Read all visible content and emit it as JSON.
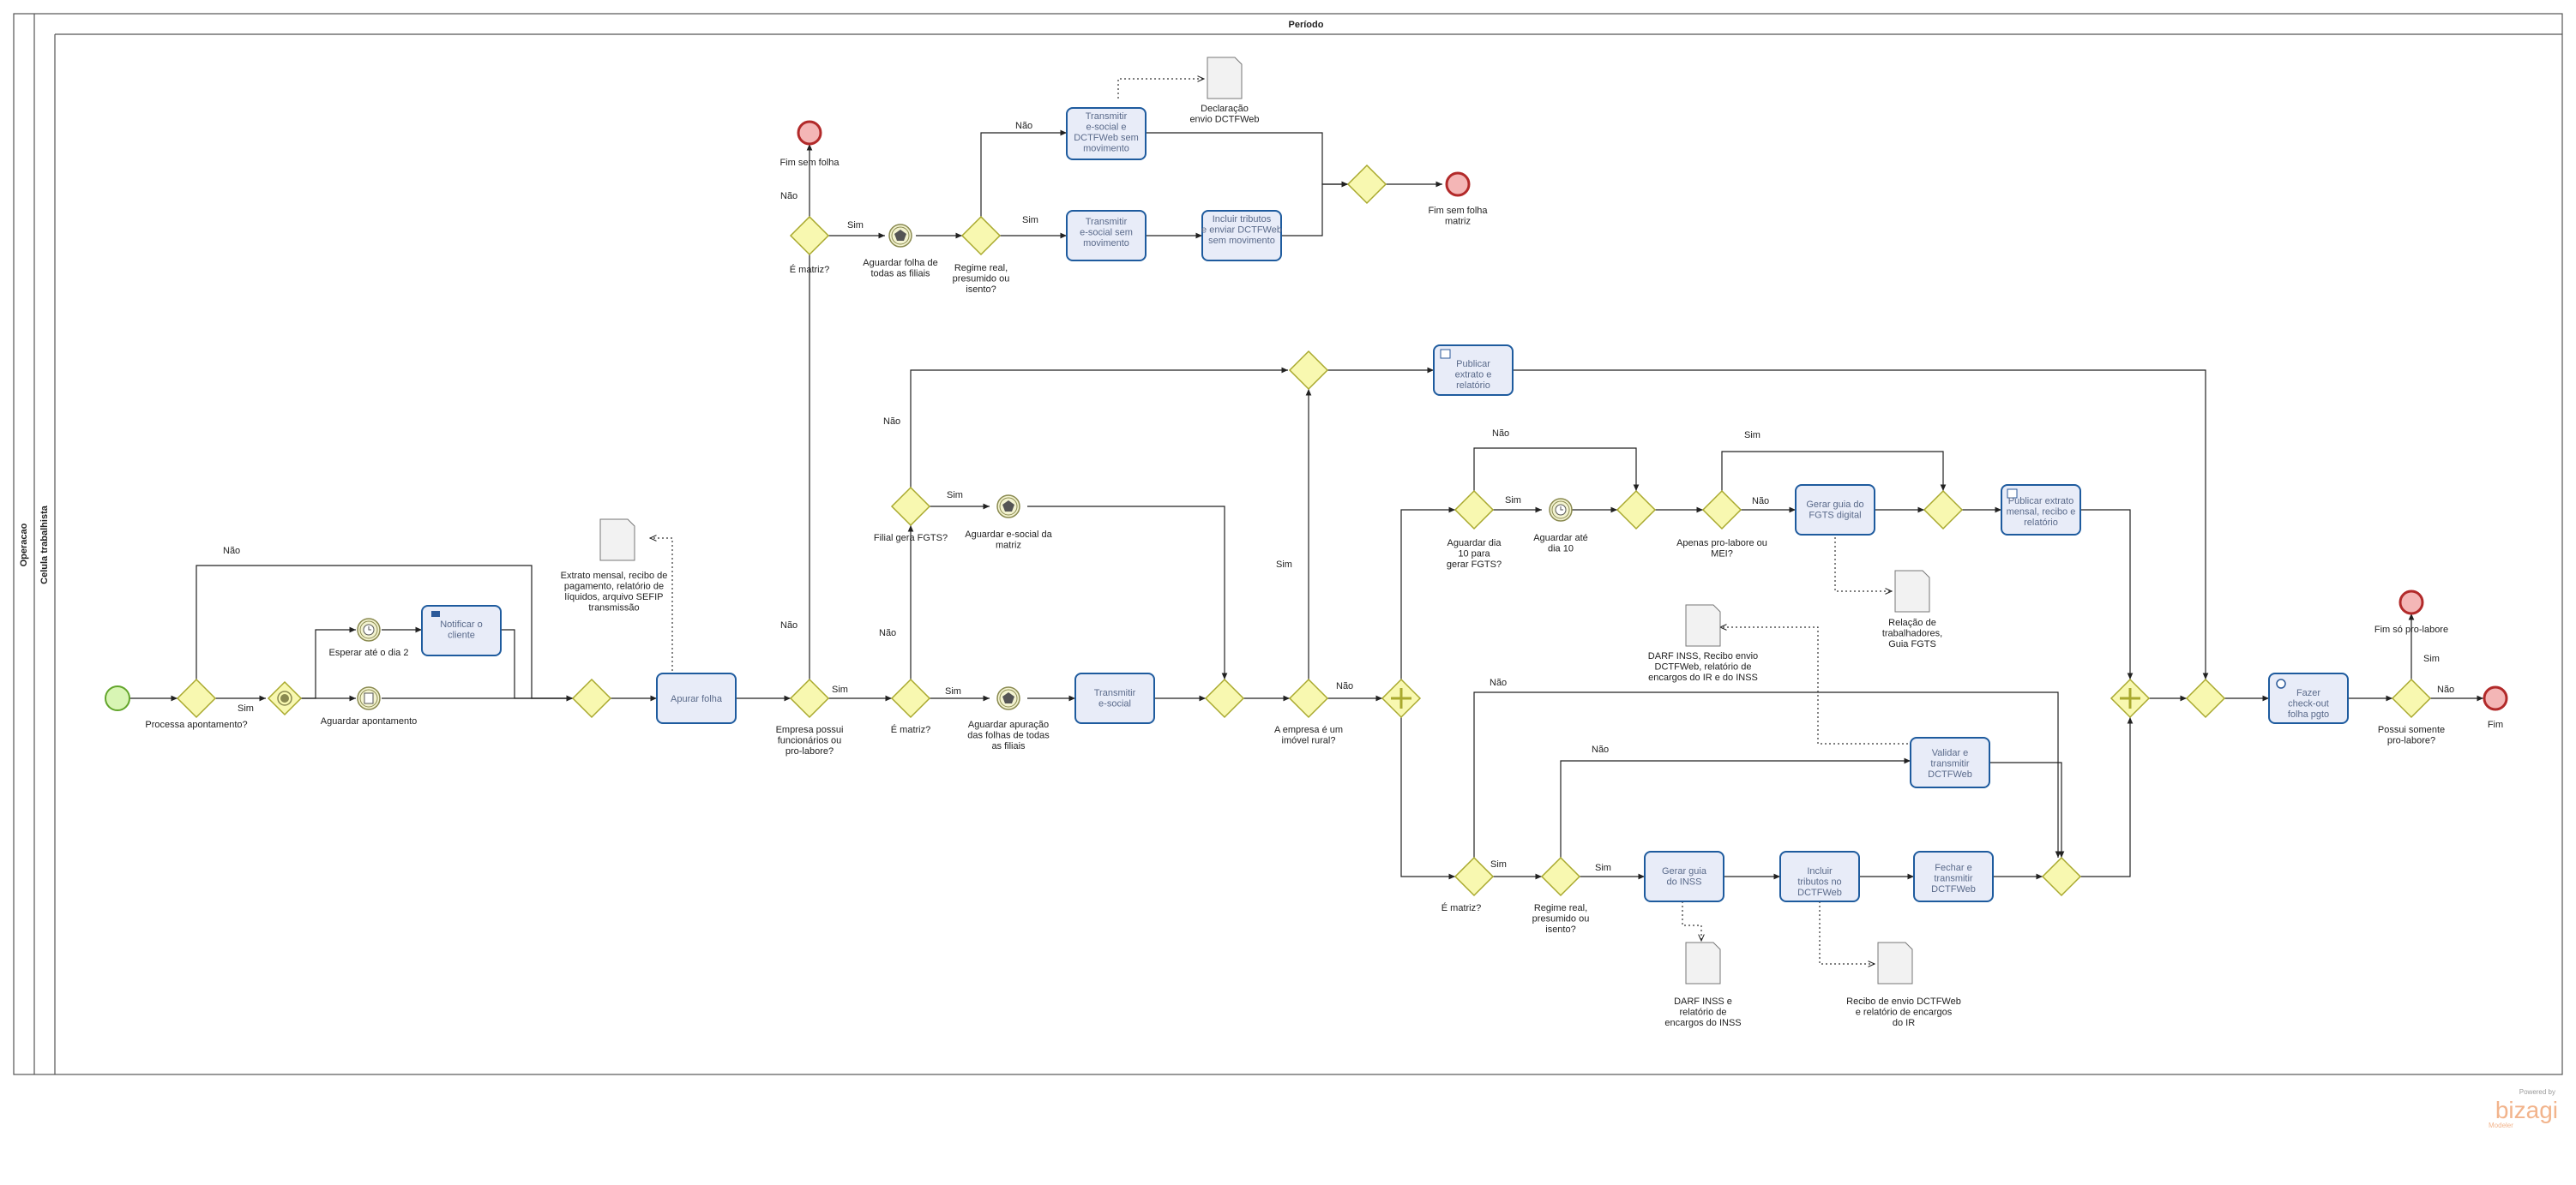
{
  "header": {
    "period": "Período"
  },
  "pool": {
    "name": "Operacao"
  },
  "lane": {
    "name": "Celula trabalhista"
  },
  "watermark": {
    "powered": "Powered by",
    "brand": "bizagi",
    "product": "Modeler"
  },
  "colors": {
    "task_fill": "#e8ecf8",
    "task_stroke": "#1e5b9e",
    "gateway_fill": "#f8f8b0",
    "gateway_stroke": "#a9a92e",
    "start_fill": "#d8f5b4",
    "start_stroke": "#62a52b",
    "end_fill": "#f4b6b6",
    "end_stroke": "#b22a2a",
    "event_fill": "#f3f3d0",
    "event_stroke": "#8a8a50"
  },
  "labels": {
    "start": "",
    "g_processa": "Processa apontamento?",
    "ev_esperar": "Esperar até o dia 2",
    "ev_aguardar_apont": "Aguardar apontamento",
    "t_notificar": "Notificar o cliente",
    "t_apurar": "Apurar folha",
    "doc_extrato": "Extrato mensal, recibo de pagamento, relatório de líquidos, arquivo SEFIP transmissão",
    "g_empresa_func": "Empresa possui funcionários ou pro-labore?",
    "g_e_matriz_top": "É matriz?",
    "end_sem_folha": "Fim sem folha",
    "ev_aguardar_filiais": "Aguardar folha de todas as filiais",
    "g_regime_top": "Regime real, presumido ou isento?",
    "t_transmitir_esocial_dctf": "Transmitir e-social e DCTFWeb sem movimento",
    "doc_declaracao": "Declaração envio DCTFWeb",
    "t_transmitir_esocial_sem": "Transmitir e-social sem movimento",
    "t_incluir_tributos_sem": "Incluir tributos e enviar DCTFWeb sem movimento",
    "end_sem_folha_matriz": "Fim sem folha matriz",
    "g_filial_fgts": "Filial gera FGTS?",
    "ev_aguardar_esocial_matriz": "Aguardar e-social da matriz",
    "g_e_matriz_mid": "É matriz?",
    "ev_aguardar_apuracao": "Aguardar apuração das folhas de todas as filiais",
    "t_transmitir_esocial": "Transmitir e-social",
    "t_publicar_extrato": "Publicar extrato e relatório",
    "g_imovel_rural": "A empresa é um imóvel rural?",
    "g_aguardar_dia10": "Aguardar dia 10 para gerar FGTS?",
    "ev_aguardar_dia10": "Aguardar até dia 10",
    "g_apenas_prolabore": "Apenas pro-labore ou MEI?",
    "t_gerar_fgts": "Gerar guia do FGTS digital",
    "doc_rel_trab": "Relação de trabalhadores, Guia FGTS",
    "t_publicar_extrato2": "Publicar extrato mensal, recibo e relatório",
    "doc_darf_recibo": "DARF INSS, Recibo envio DCTFWeb, relatório de encargos do IR e do INSS",
    "t_validar_dctf": "Validar e transmitir DCTFWeb",
    "g_e_matriz_bot": "É matriz?",
    "g_regime_bot": "Regime real, presumido ou isento?",
    "t_gerar_inss": "Gerar guia do INSS",
    "doc_darf_inss": "DARF INSS e relatório de encargos do INSS",
    "t_incluir_tributos": "Incluir tributos no DCTFWeb",
    "t_fechar_dctf": "Fechar e transmitir DCTFWeb",
    "doc_recibo_envio": "Recibo de envio DCTFWeb e relatório de encargos do IR",
    "t_checkout": "Fazer check-out folha pgto",
    "g_somente_prolabore": "Possui somente pro-labore?",
    "end_so_prolabore": "Fim só pro-labore",
    "end_fim": "Fim"
  },
  "flow_labels": {
    "sim": "Sim",
    "nao": "Não"
  }
}
